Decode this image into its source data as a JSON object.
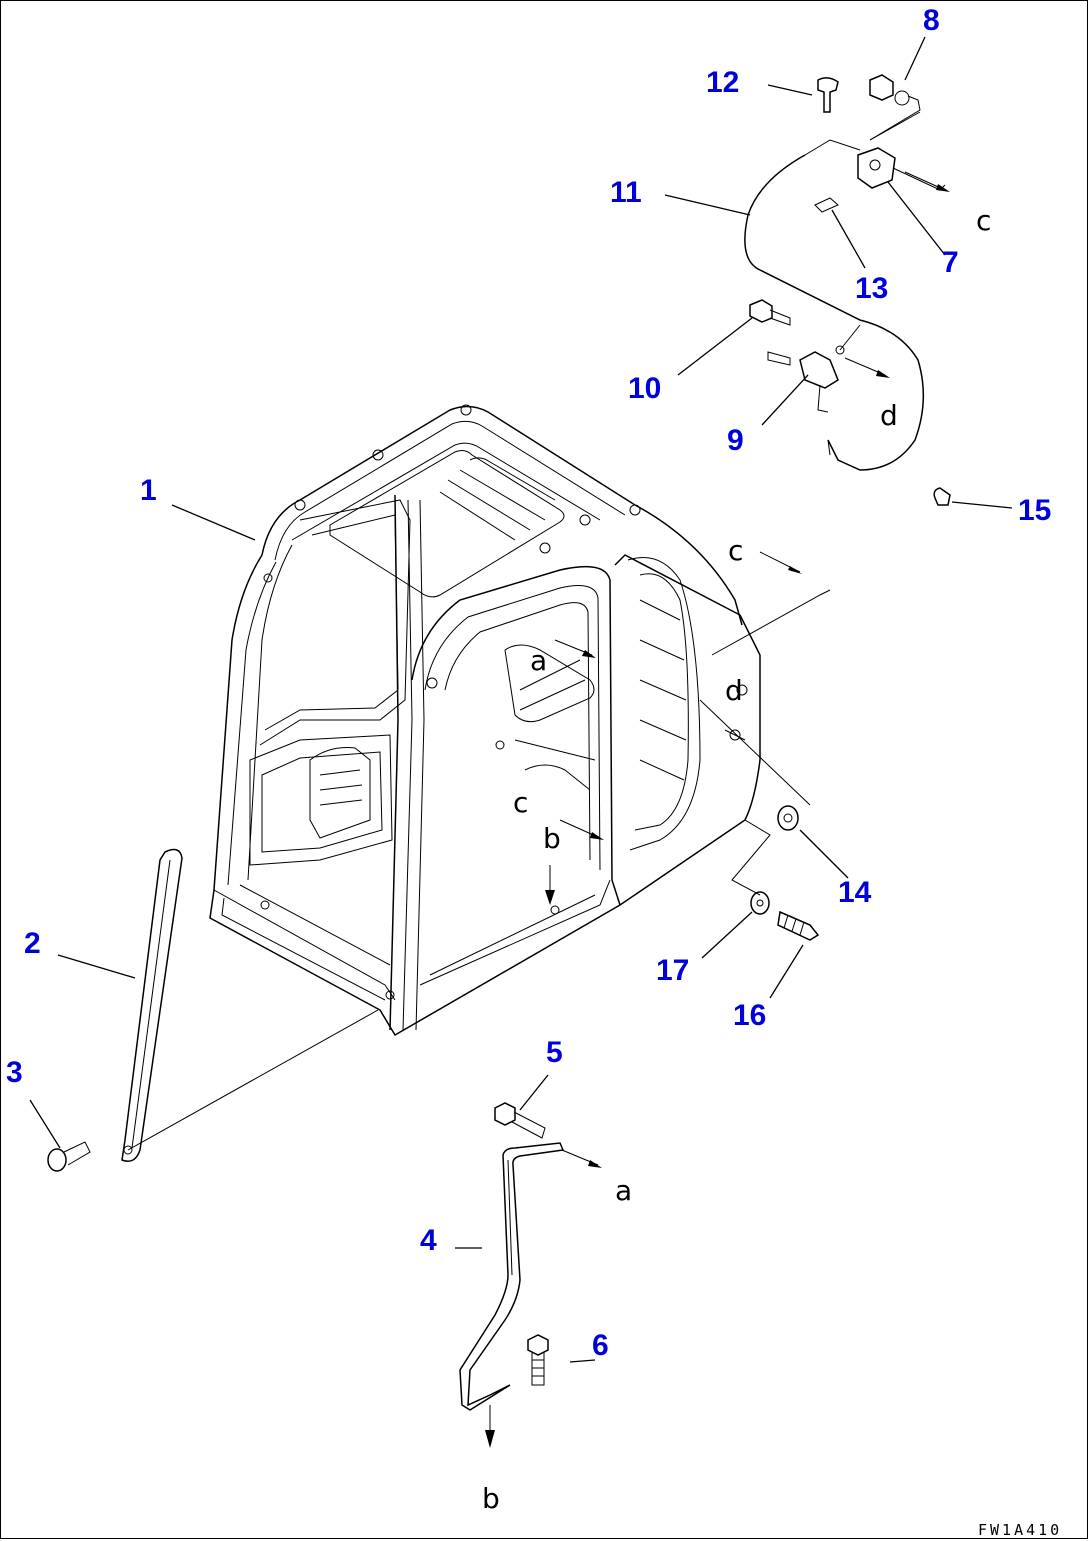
{
  "diagram": {
    "callouts": [
      {
        "id": "1",
        "label": "1"
      },
      {
        "id": "2",
        "label": "2"
      },
      {
        "id": "3",
        "label": "3"
      },
      {
        "id": "4",
        "label": "4"
      },
      {
        "id": "5",
        "label": "5"
      },
      {
        "id": "6",
        "label": "6"
      },
      {
        "id": "7",
        "label": "7"
      },
      {
        "id": "8",
        "label": "8"
      },
      {
        "id": "9",
        "label": "9"
      },
      {
        "id": "10",
        "label": "10"
      },
      {
        "id": "11",
        "label": "11"
      },
      {
        "id": "12",
        "label": "12"
      },
      {
        "id": "13",
        "label": "13"
      },
      {
        "id": "14",
        "label": "14"
      },
      {
        "id": "15",
        "label": "15"
      },
      {
        "id": "16",
        "label": "16"
      },
      {
        "id": "17",
        "label": "17"
      }
    ],
    "reference_letters": {
      "a": "a",
      "b": "b",
      "c": "c",
      "d": "d"
    },
    "drawing_code": "FW1A410",
    "colors": {
      "callout": "#0000dd",
      "line": "#000000",
      "background": "#ffffff"
    }
  }
}
